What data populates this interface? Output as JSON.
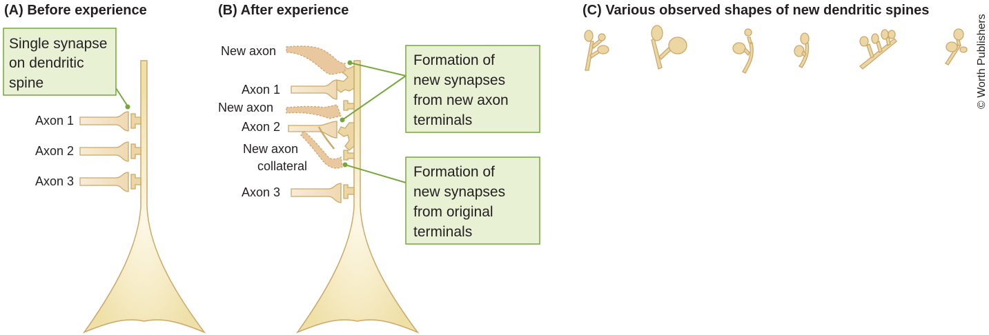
{
  "panels": {
    "a": {
      "title": "(A) Before experience",
      "callout": [
        "Single synapse",
        "on dendritic",
        "spine"
      ],
      "axons": [
        "Axon 1",
        "Axon 2",
        "Axon 3"
      ]
    },
    "b": {
      "title": "(B) After experience",
      "labels": {
        "new_axon_1": "New axon",
        "axon_1": "Axon 1",
        "new_axon_2": "New axon",
        "axon_2": "Axon 2",
        "collateral_1": "New axon",
        "collateral_2": "collateral",
        "axon_3": "Axon 3"
      },
      "callout_new": [
        "Formation of",
        "new synapses",
        "from new axon",
        "terminals"
      ],
      "callout_original": [
        "Formation of",
        "new synapses",
        "from original",
        "terminals"
      ]
    },
    "c": {
      "title": "(C) Various observed shapes of new dendritic spines"
    }
  },
  "credit": "© Worth Publishers",
  "colors": {
    "neuron_fill": "#f1e4b0",
    "neuron_stroke": "#c9a86a",
    "terminal_fill": "#f3dfbf",
    "spine_fill": "#ecd6a3",
    "new_terminal_fill": "#e9c8a0",
    "callout_fill": "#e8f1d4",
    "callout_stroke": "#76a63c",
    "leader": "#76a63c"
  }
}
